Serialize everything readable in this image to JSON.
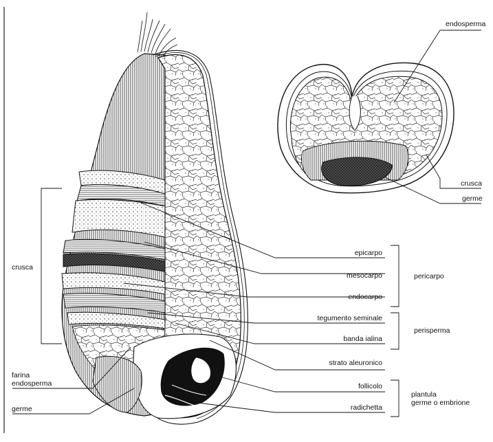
{
  "labels": {
    "endosperma": "endosperma",
    "crusca_right": "crusca",
    "germe_right": "germe",
    "crusca_left": "crusca",
    "farina_line1": "farina",
    "farina_line2": "endosperma",
    "germe_left": "germe",
    "epicarpo": "epicarpo",
    "mesocarpo": "mesocarpo",
    "endocarpo": "endocarpo",
    "tegumento": "tegumento seminale",
    "banda": "banda ialina",
    "strato": "strato aleuronico",
    "follicolo": "follicolo",
    "radichetta": "radichetta",
    "pericarpo": "pericarpo",
    "perisperma": "perisperma",
    "plantula_line1": "plantula",
    "plantula_line2": "germe o embrione"
  }
}
